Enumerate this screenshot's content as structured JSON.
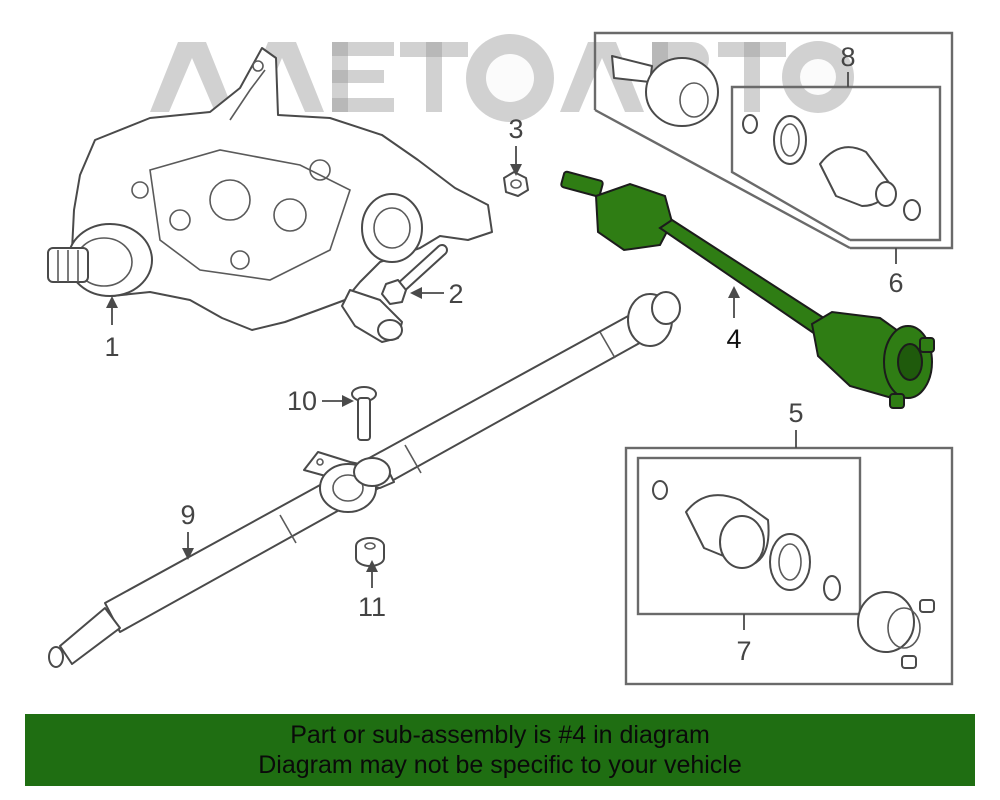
{
  "watermark": {
    "text": "AAETOABTO",
    "icon": "gear-logo"
  },
  "callouts": {
    "c1": "1",
    "c2": "2",
    "c3": "3",
    "c4": "4",
    "c5": "5",
    "c6": "6",
    "c7": "7",
    "c8": "8",
    "c9": "9",
    "c10": "10",
    "c11": "11"
  },
  "highlight": {
    "part": "4",
    "color": "#2f7d14"
  },
  "notice": {
    "line1": "Part or sub-assembly is #4 in diagram",
    "line2": "Diagram may not be specific to your vehicle",
    "background": "#1f6e12"
  }
}
